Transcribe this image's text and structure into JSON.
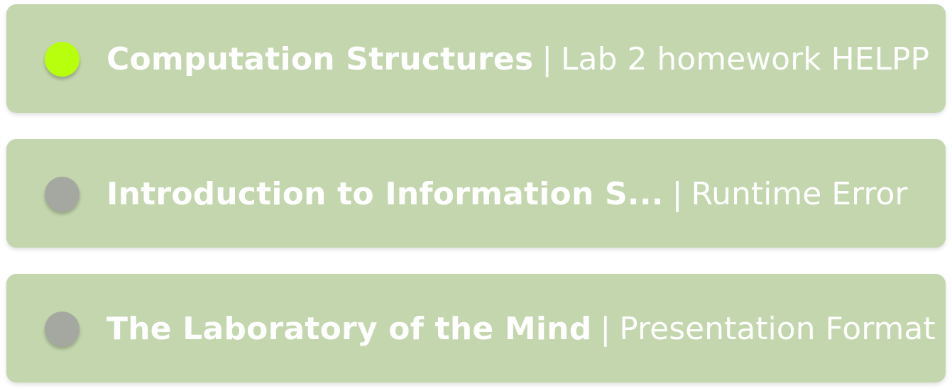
{
  "items": [
    {
      "course": "Computation Structures",
      "separator": "|",
      "topic": "Lab 2 homework HELPP",
      "dot_color": "#b7ff0d",
      "status": "active"
    },
    {
      "course": "Introduction to Information S...",
      "separator": "|",
      "topic": "Runtime Error",
      "dot_color": "#a5a8a1",
      "status": "inactive"
    },
    {
      "course": "The Laboratory of the Mind",
      "separator": "|",
      "topic": "Presentation Format",
      "dot_color": "#a5a8a1",
      "status": "inactive"
    }
  ],
  "colors": {
    "card_background": "#c3d6ad",
    "text": "#ffffff"
  }
}
